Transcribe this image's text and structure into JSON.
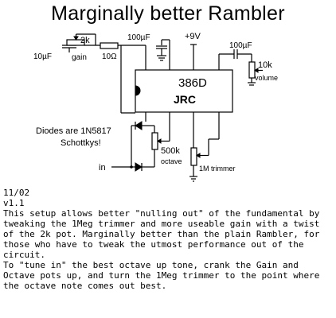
{
  "title": "Marginally better Rambler",
  "schematic": {
    "pot_gain_value": "2k",
    "pot_gain_label": "gain",
    "input_cap_value": "10µF",
    "series_resistor_value": "10Ω",
    "bypass_cap_value": "100µF",
    "supply_label": "+9V",
    "output_cap_value": "100µF",
    "volume_pot_value": "10k",
    "volume_pot_label": "volume",
    "chip_part_number": "386D",
    "chip_maker": "JRC",
    "diode_note_line1": "Diodes are 1N5817",
    "diode_note_line2": "Schottkys!",
    "octave_pot_value": "500k",
    "octave_pot_label": "octave",
    "trimmer_label": "1M trimmer",
    "input_label": "in"
  },
  "notes": {
    "date": "11/02",
    "version": "v1.1",
    "description": "This setup allows better \"nulling out\" of the fundamental by tweaking the 1Meg trimmer and more useable gain with a twist of the 2k pot. Marginally better than the plain Rambler, for those who have to tweak the utmost performance out of the circuit.",
    "tuning": "To \"tune in\" the best octave up tone, crank the Gain and Octave pots up, and turn the 1Meg trimmer to the point where the octave note comes out best."
  }
}
